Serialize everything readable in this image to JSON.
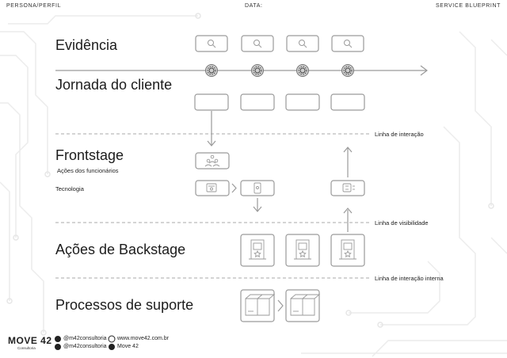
{
  "header": {
    "persona": "PERSONA/PERFIL",
    "data": "DATA:",
    "title": "SERVICE BLUEPRINT"
  },
  "sections": {
    "evidencia": "Evidência",
    "jornada": "Jornada do cliente",
    "frontstage": "Frontstage",
    "acoes_funcionarios": "Ações dos funcionários",
    "tecnologia": "Tecnologia",
    "backstage": "Ações de Backstage",
    "suporte": "Processos de suporte"
  },
  "lines": {
    "interacao": "Linha de interação",
    "visibilidade": "Linha de visibilidade",
    "interacao_interna": "Linha de interação interna"
  },
  "footer": {
    "brand": "MOVE 42",
    "brand_sub": "Consultoria",
    "facebook": "@m42consultoria",
    "instagram": "@m42consultoria",
    "site": "www.move42.com.br",
    "youtube": "Move 42"
  },
  "colors": {
    "stroke": "#9a9a9a",
    "text": "#1c1c1c",
    "circuit": "#ececec"
  },
  "icons": {
    "evidence": "magnifier-icon",
    "touchpoint": "gear-icon",
    "staff": "people-icon",
    "tech": "device-icon",
    "backstage": "door-icon",
    "support": "box-icon"
  }
}
